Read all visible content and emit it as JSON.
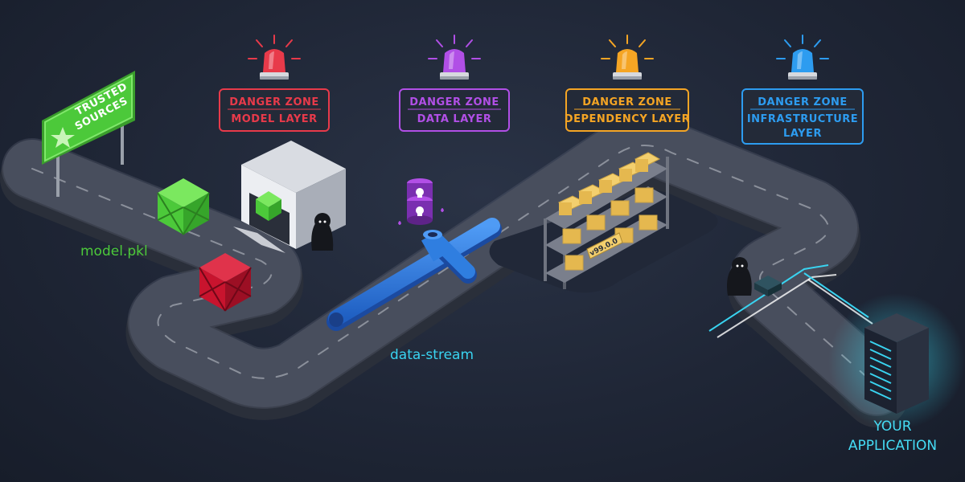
{
  "sign": {
    "line1": "TRUSTED",
    "line2": "SOURCES"
  },
  "zones": [
    {
      "line1": "DANGER ZONE",
      "line2": "MODEL LAYER",
      "line3": "",
      "color": "#e83a4a"
    },
    {
      "line1": "DANGER ZONE",
      "line2": "DATA LAYER",
      "line3": "",
      "color": "#b14fe6"
    },
    {
      "line1": "DANGER ZONE",
      "line2": "DEPENDENCY LAYER",
      "line3": "",
      "color": "#f5a524"
    },
    {
      "line1": "DANGER ZONE",
      "line2": "INFRASTRUCTURE",
      "line3": "LAYER",
      "color": "#2d9cf0"
    }
  ],
  "labels": {
    "model_file": "model.pkl",
    "data_stream": "data-stream",
    "shelf_tag": "v99.0.0",
    "app_line1": "YOUR",
    "app_line2": "APPLICATION"
  },
  "colors": {
    "trusted": "#4cc93a",
    "threat": "#c8142e",
    "pipe": "#2f7ee0",
    "stream": "#39d3f0",
    "app": "#45dcf5",
    "road": "#3e4452"
  },
  "icons": [
    "star-icon",
    "skull-icon",
    "siren-icon",
    "hooded-figure-icon",
    "server-icon"
  ]
}
